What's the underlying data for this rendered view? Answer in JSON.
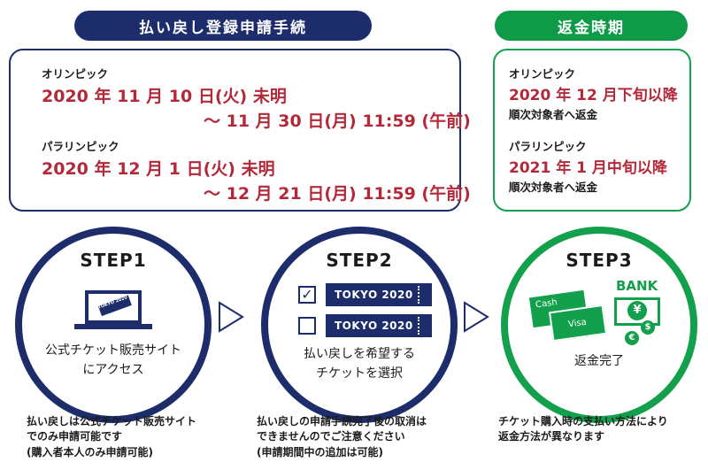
{
  "header": {
    "refund_process": "払い戻し登録申請手続",
    "refund_timing": "返金時期"
  },
  "schedule": {
    "olympics_label": "オリンピック",
    "olympics_start": "2020 年 11 月 10 日(火) 未明",
    "olympics_end": "～ 11 月 30 日(月) 11:59 (午前)",
    "paralympics_label": "パラリンピック",
    "paralympics_start": "2020 年 12 月 1 日(火)  未明",
    "paralympics_end": "～ 12 月 21 日(月) 11:59 (午前)"
  },
  "refund": {
    "olympics_label": "オリンピック",
    "olympics_date": "2020 年 12 月下旬以降",
    "olympics_note": "順次対象者へ返金",
    "paralympics_label": "パラリンピック",
    "paralympics_date": "2021 年 1 月中旬以降",
    "paralympics_note": "順次対象者へ返金"
  },
  "steps": [
    {
      "title": "STEP1",
      "laptop_ticket_text": "TOKYO 2020",
      "line1": "公式チケット販売サイト",
      "line2": "にアクセス",
      "note1": "払い戻しは公式チケット販売サイト",
      "note2": "でのみ申請可能です",
      "note3": "(購入者本人のみ申請可能)"
    },
    {
      "title": "STEP2",
      "ticket1": "TOKYO 2020",
      "ticket2": "TOKYO 2020",
      "check_mark": "✓",
      "line1": "払い戻しを希望する",
      "line2": "チケットを選択",
      "note1": "払い戻しの申請手続完了後の取消は",
      "note2": "できませんのでご注意ください",
      "note3": "(申請期間中の追加は可能)"
    },
    {
      "title": "STEP3",
      "bank_label": "BANK",
      "card1": "Cash",
      "card2": "Visa",
      "euro": "€",
      "yen": "¥",
      "dollar": "$",
      "line1": "返金完了",
      "note1": "チケット購入時の支払い方法により",
      "note2": "返金方法が異なります"
    }
  ],
  "colors": {
    "navy": "#1d2c6b",
    "green": "#12a04c",
    "red": "#b22a3a"
  }
}
